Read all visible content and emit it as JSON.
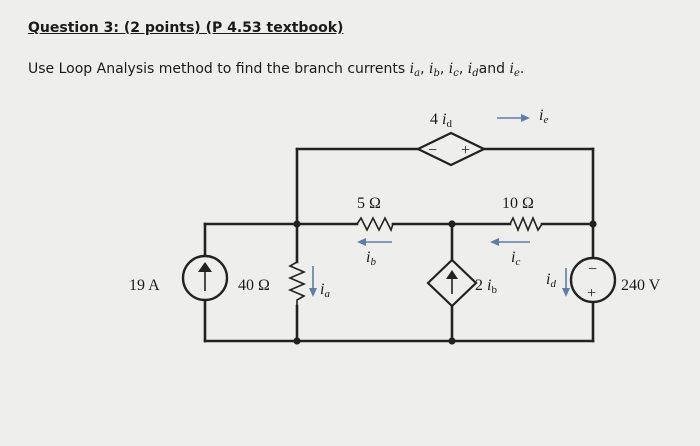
{
  "question": {
    "title": "Question 3: (2 points) (P 4.53 textbook)",
    "text_prefix": "Use Loop Analysis method to find the branch currents ",
    "vars": [
      "i",
      "i",
      "i",
      "i",
      "i"
    ],
    "subs": [
      "a",
      "b",
      "c",
      "d",
      "e"
    ],
    "sep": ", ",
    "and": "and ",
    "end": "."
  },
  "circuit": {
    "current_source": "19 A",
    "r1": "40 Ω",
    "r2": "5 Ω",
    "r3": "10 Ω",
    "voltage_source": "240 V",
    "dep_voltage": {
      "coef": "4 ",
      "var": "i",
      "sub": "d"
    },
    "dep_current": {
      "coef": "2 ",
      "var": "i",
      "sub": "b"
    },
    "currents": {
      "ia": {
        "var": "i",
        "sub": "a"
      },
      "ib": {
        "var": "i",
        "sub": "b"
      },
      "ic": {
        "var": "i",
        "sub": "c"
      },
      "id": {
        "var": "i",
        "sub": "d"
      },
      "ie": {
        "var": "i",
        "sub": "e"
      }
    },
    "plus": "+",
    "minus": "−"
  },
  "colors": {
    "background": "#eeeeec",
    "wire": "#222222",
    "annotation": "#5b7fa6"
  }
}
